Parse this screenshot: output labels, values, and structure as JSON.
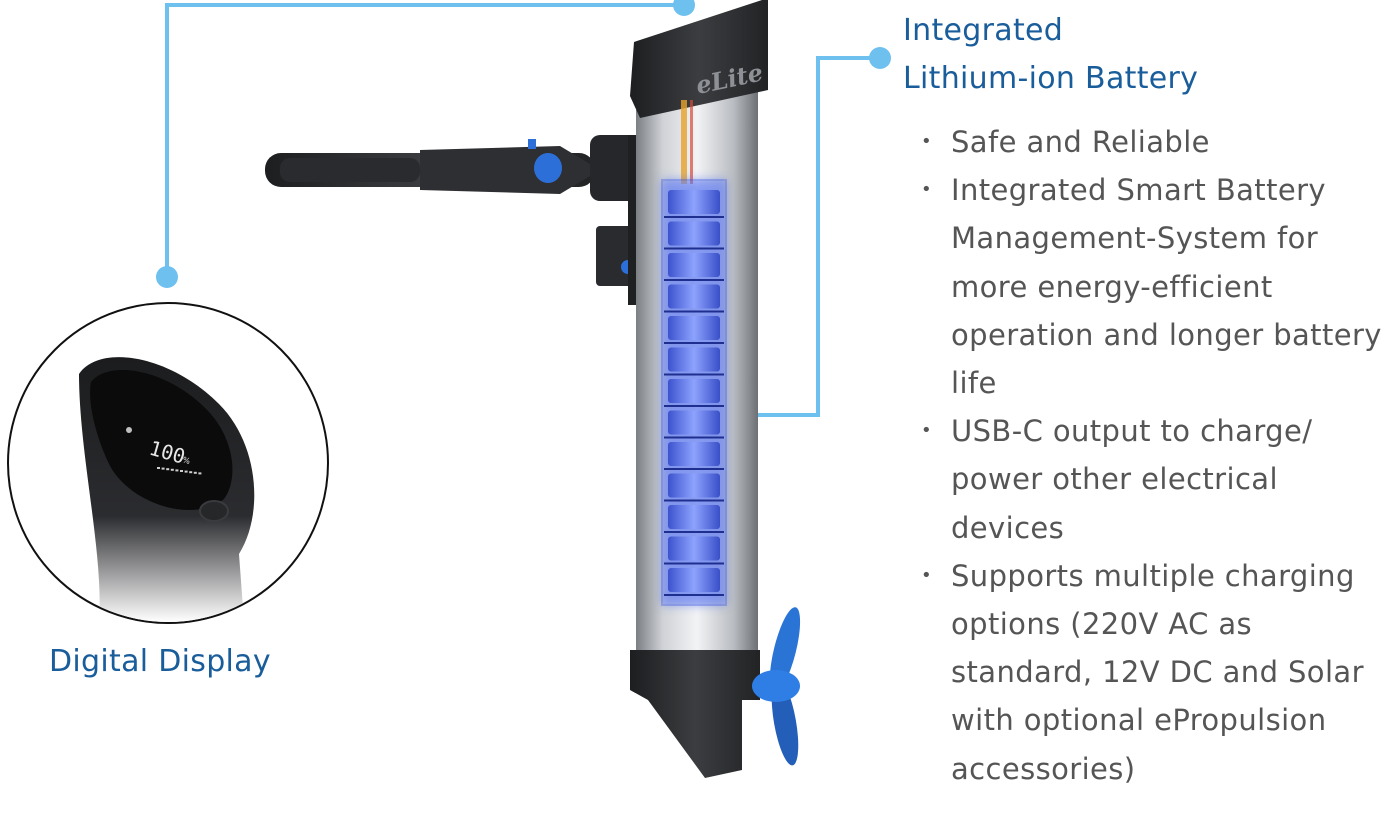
{
  "battery_callout": {
    "heading_line1": "Integrated",
    "heading_line2": "Lithium-ion Battery",
    "features": [
      "Safe and Reliable",
      "Integrated Smart Battery Management-System for more energy-efficient operation and longer battery life",
      "USB-C output to charge/ power other electrical devices",
      "Supports multiple charging options (220V AC as standard, 12V DC and Solar with optional ePropulsion accessories)"
    ]
  },
  "display_callout": {
    "caption": "Digital Display",
    "screen_reading": "100",
    "screen_unit": "%"
  },
  "product": {
    "brand_mark": "eLite"
  },
  "colors": {
    "accent_blue": "#1a5d9b",
    "connector_line": "#6ec0ef",
    "body_text": "#555555",
    "battery_glow": "#4b6cf0",
    "propeller": "#2a74d6"
  }
}
